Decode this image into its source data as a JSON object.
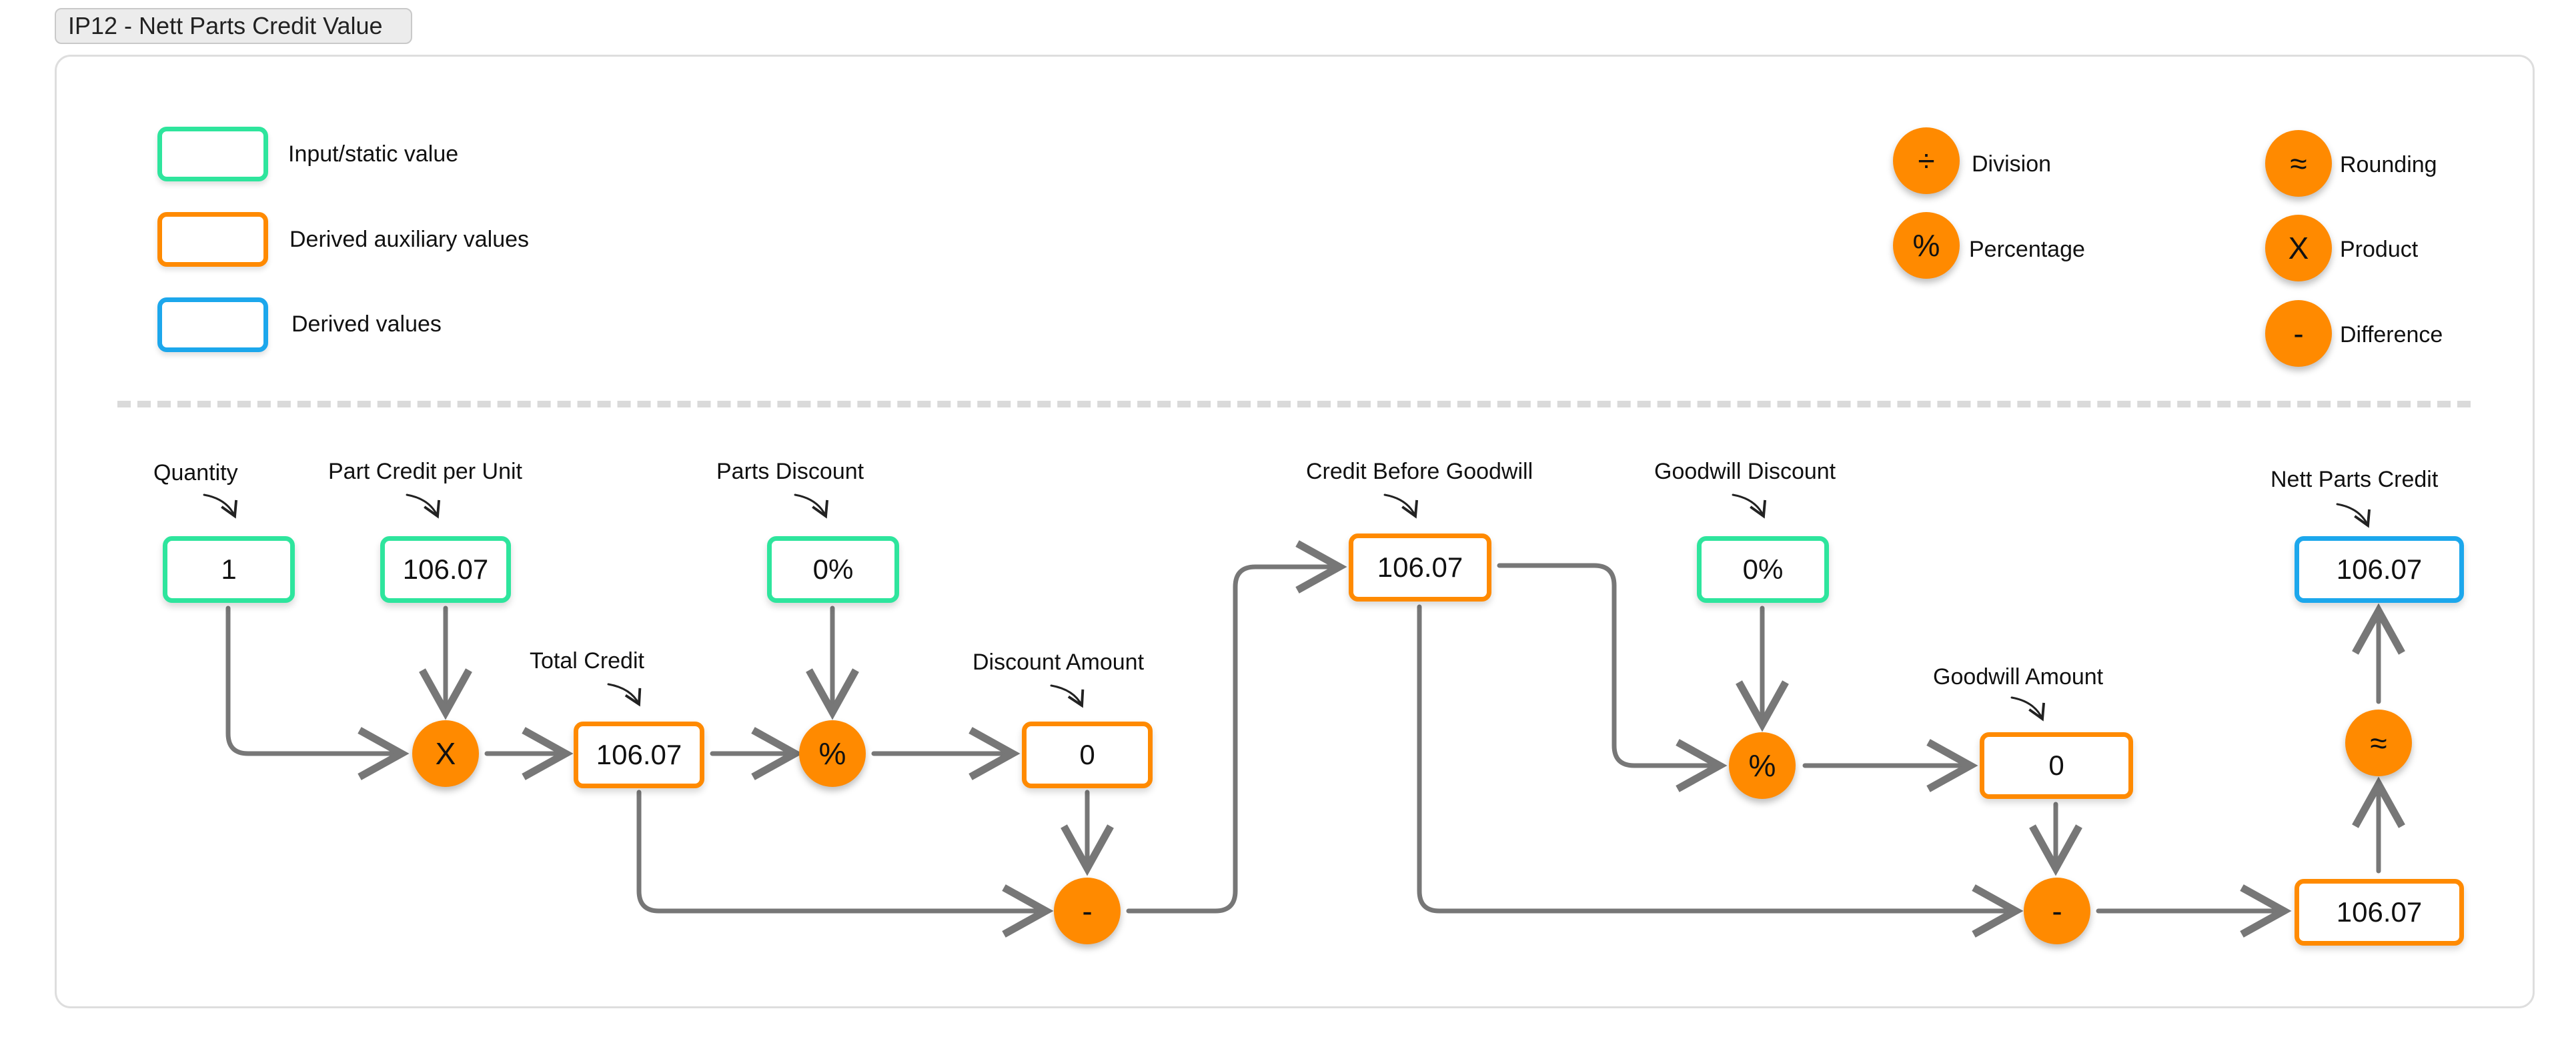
{
  "title": "IP12 - Nett Parts Credit Value",
  "legend": {
    "input": "Input/static value",
    "aux": "Derived auxiliary values",
    "derived": "Derived values",
    "division": "Division",
    "percentage": "Percentage",
    "rounding": "Rounding",
    "product": "Product",
    "difference": "Difference"
  },
  "symbols": {
    "division": "÷",
    "percentage": "%",
    "rounding": "≈",
    "product": "X",
    "difference": "-"
  },
  "nodes": {
    "quantity": {
      "label": "Quantity",
      "value": "1"
    },
    "part_credit": {
      "label": "Part Credit per Unit",
      "value": "106.07"
    },
    "parts_discount": {
      "label": "Parts Discount",
      "value": "0%"
    },
    "total_credit": {
      "label": "Total Credit",
      "value": "106.07"
    },
    "discount_amount": {
      "label": "Discount Amount",
      "value": "0"
    },
    "credit_before_goodwill": {
      "label": "Credit Before Goodwill",
      "value": "106.07"
    },
    "goodwill_discount": {
      "label": "Goodwill Discount",
      "value": "0%"
    },
    "goodwill_amount": {
      "label": "Goodwill Amount",
      "value": "0"
    },
    "nett_parts_credit": {
      "label": "Nett Parts Credit",
      "value": "106.07"
    },
    "pre_round": {
      "value": "106.07"
    }
  },
  "colors": {
    "input": "#2ee59d",
    "aux": "#ff8a00",
    "derived": "#1ca7ec",
    "operator": "#ff8a00",
    "wire": "#777777"
  }
}
